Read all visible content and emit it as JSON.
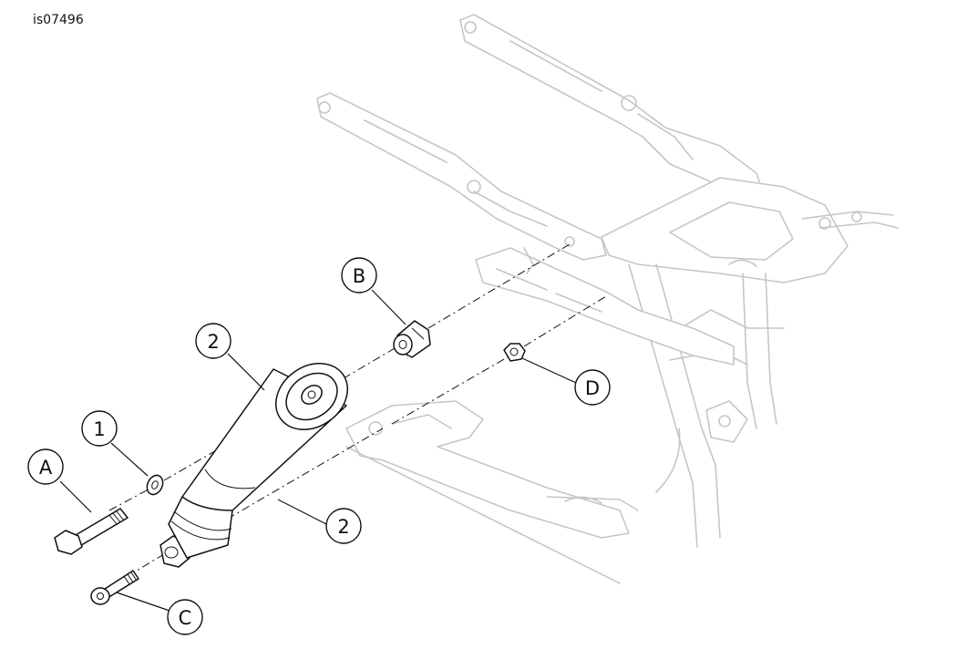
{
  "figure_id": "is07496",
  "callouts": {
    "A": "A",
    "B": "B",
    "C": "C",
    "D": "D",
    "one": "1",
    "two_upper": "2",
    "two_lower": "2"
  },
  "colors": {
    "ink": "#111111",
    "ghost_frame": "#c6c6c6",
    "background": "#ffffff"
  }
}
